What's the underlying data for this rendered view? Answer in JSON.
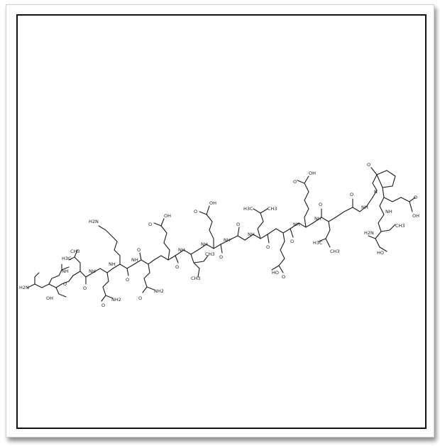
{
  "structure": {
    "atoms": [
      {
        "label": "H2N"
      },
      {
        "label": "OH"
      },
      {
        "label": "NH"
      },
      {
        "label": "O"
      },
      {
        "label": "H3C"
      },
      {
        "label": "CH3"
      },
      {
        "label": "NH"
      },
      {
        "label": "O"
      },
      {
        "label": "O"
      },
      {
        "label": "NH2"
      },
      {
        "label": "H2N"
      },
      {
        "label": "NH"
      },
      {
        "label": "O"
      },
      {
        "label": "O"
      },
      {
        "label": "NH2"
      },
      {
        "label": "NH"
      },
      {
        "label": "O"
      },
      {
        "label": "OH"
      },
      {
        "label": "O"
      },
      {
        "label": "NH"
      },
      {
        "label": "O"
      },
      {
        "label": "CH3"
      },
      {
        "label": "CH3"
      },
      {
        "label": "NH"
      },
      {
        "label": "O"
      },
      {
        "label": "OH"
      },
      {
        "label": "O"
      },
      {
        "label": "NH"
      },
      {
        "label": "O"
      },
      {
        "label": "H3C"
      },
      {
        "label": "CH3"
      },
      {
        "label": "NH"
      },
      {
        "label": "O"
      },
      {
        "label": "HO"
      },
      {
        "label": "O"
      },
      {
        "label": "O"
      },
      {
        "label": "OH"
      },
      {
        "label": "NH"
      },
      {
        "label": "O"
      },
      {
        "label": "H3C"
      },
      {
        "label": "CH3"
      },
      {
        "label": "NH"
      },
      {
        "label": "O"
      },
      {
        "label": "NH"
      },
      {
        "label": "O"
      },
      {
        "label": "N"
      },
      {
        "label": "O"
      },
      {
        "label": "NH"
      },
      {
        "label": "OH"
      },
      {
        "label": "O"
      },
      {
        "label": "H2N"
      },
      {
        "label": "CH3"
      },
      {
        "label": "HO"
      }
    ]
  },
  "colors": {
    "ink": "#1a1a1a",
    "frame": "#111111",
    "paper": "#ffffff"
  }
}
